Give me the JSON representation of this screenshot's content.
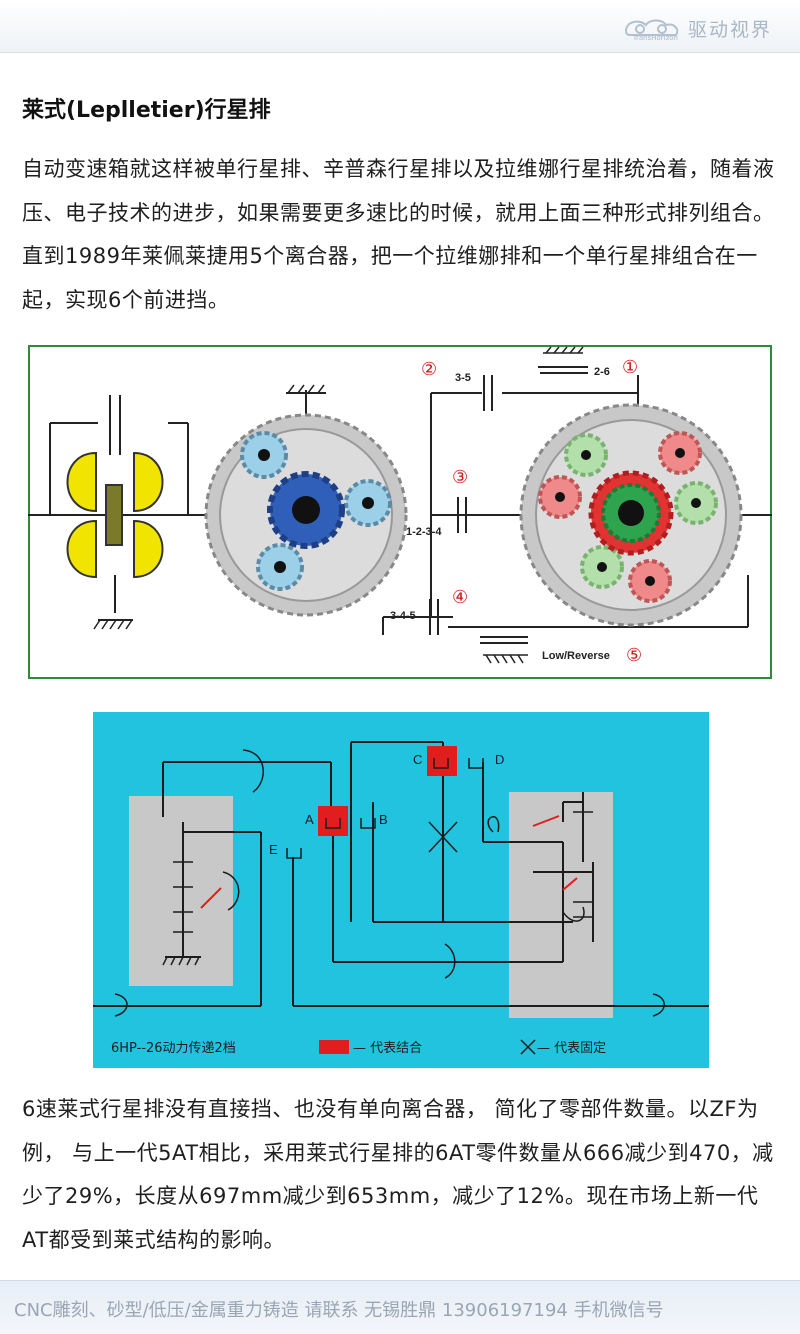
{
  "header": {
    "brand_name": "驱动视界",
    "brand_en": "TransHorizon"
  },
  "article": {
    "title": "莱式(Leplletier)行星排",
    "paragraph1": "自动变速箱就这样被单行星排、辛普森行星排以及拉维娜行星排统治着，随着液压、电子技术的进步，如果需要更多速比的时候，就用上面三种形式排列组合。直到1989年莱佩莱捷用5个离合器，把一个拉维娜排和一个单行星排组合在一起，实现6个前进挡。",
    "paragraph2": " 6速莱式行星排没有直接挡、也没有单向离合器， 简化了零部件数量。以ZF为例， 与上一代5AT相比，采用莱式行星排的6AT零件数量从666减少到470，减少了29%，长度从697mm减少到653mm，减少了12%。现在市场上新一代AT都受到莱式结构的影响。"
  },
  "figure1": {
    "labels": {
      "c2": "②",
      "c1": "①",
      "c3": "③",
      "c4": "④",
      "c5": "⑤",
      "l35": "3-5",
      "l26": "2-6",
      "l1234": "1-2-3-4",
      "l345": "3-4-5",
      "low_reverse": "Low/Reverse"
    }
  },
  "figure2": {
    "labels": {
      "a": "A",
      "b": "B",
      "c": "C",
      "d": "D",
      "e": "E",
      "caption": "6HP--26动力传递2档",
      "legend_engaged": "— 代表结合",
      "legend_fixed": "— 代表固定"
    },
    "colors": {
      "background": "#21c3de",
      "panel": "#c8c8c8",
      "engaged": "#e21d1d"
    }
  },
  "footer": {
    "text": "CNC雕刻、砂型/低压/金属重力铸造 请联系 无锡胜鼎 13906197194 手机微信号"
  }
}
